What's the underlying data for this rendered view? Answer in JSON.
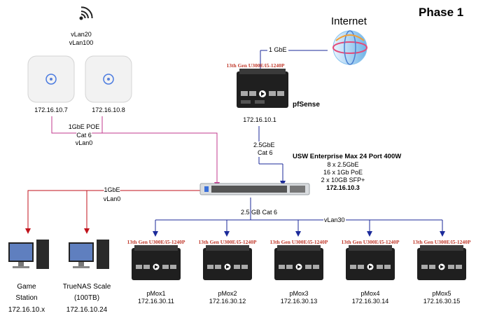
{
  "phase": "Phase 1",
  "internet": {
    "label": "Internet",
    "link_label": "1 GbE"
  },
  "firewall": {
    "model": "13th Gen U300E/i5-1240P",
    "name": "pfSense",
    "ip": "172.16.10.1",
    "uplink": [
      "2.5GbE",
      "Cat 6"
    ]
  },
  "wifi": {
    "vlans": [
      "vLan20",
      "vLan100"
    ]
  },
  "access_points": [
    {
      "ip": "172.16.10.7"
    },
    {
      "ip": "172.16.10.8"
    }
  ],
  "ap_link": [
    "1GbE POE",
    "Cat 6",
    "vLan0"
  ],
  "switch": {
    "name": "USW Enterprise Max 24 Port 400W",
    "specs": [
      "8 x 2.5GbE",
      "16 x 1Gb PoE",
      "2 x 10GB SFP+"
    ],
    "ip": "172.16.10.3"
  },
  "client_link": [
    "1GbE",
    "vLan0"
  ],
  "clients": [
    {
      "name": [
        "Game",
        "Station"
      ],
      "ip": "172.16.10.x"
    },
    {
      "name": [
        "TrueNAS Scale",
        "(100TB)"
      ],
      "ip": "172.16.10.24"
    }
  ],
  "cluster_link": {
    "label": "2.5 GB Cat 6",
    "vlan": "vLan30"
  },
  "nodes": [
    {
      "model": "13th Gen U300E/i5-1240P",
      "name": "pMox1",
      "ip": "172.16.30.11"
    },
    {
      "model": "13th Gen U300E/i5-1240P",
      "name": "pMox2",
      "ip": "172.16.30.12"
    },
    {
      "model": "13th Gen U300E/i5-1240P",
      "name": "pMox3",
      "ip": "172.16.30.13"
    },
    {
      "model": "13th Gen U300E/i5-1240P",
      "name": "pMox4",
      "ip": "172.16.30.14"
    },
    {
      "model": "13th Gen U300E/i5-1240P",
      "name": "pMox5",
      "ip": "172.16.30.15"
    }
  ],
  "colors": {
    "wan": "#1b2a9a",
    "poe": "#c2388e",
    "lan": "#c0121b",
    "cluster": "#1b2a9a"
  }
}
